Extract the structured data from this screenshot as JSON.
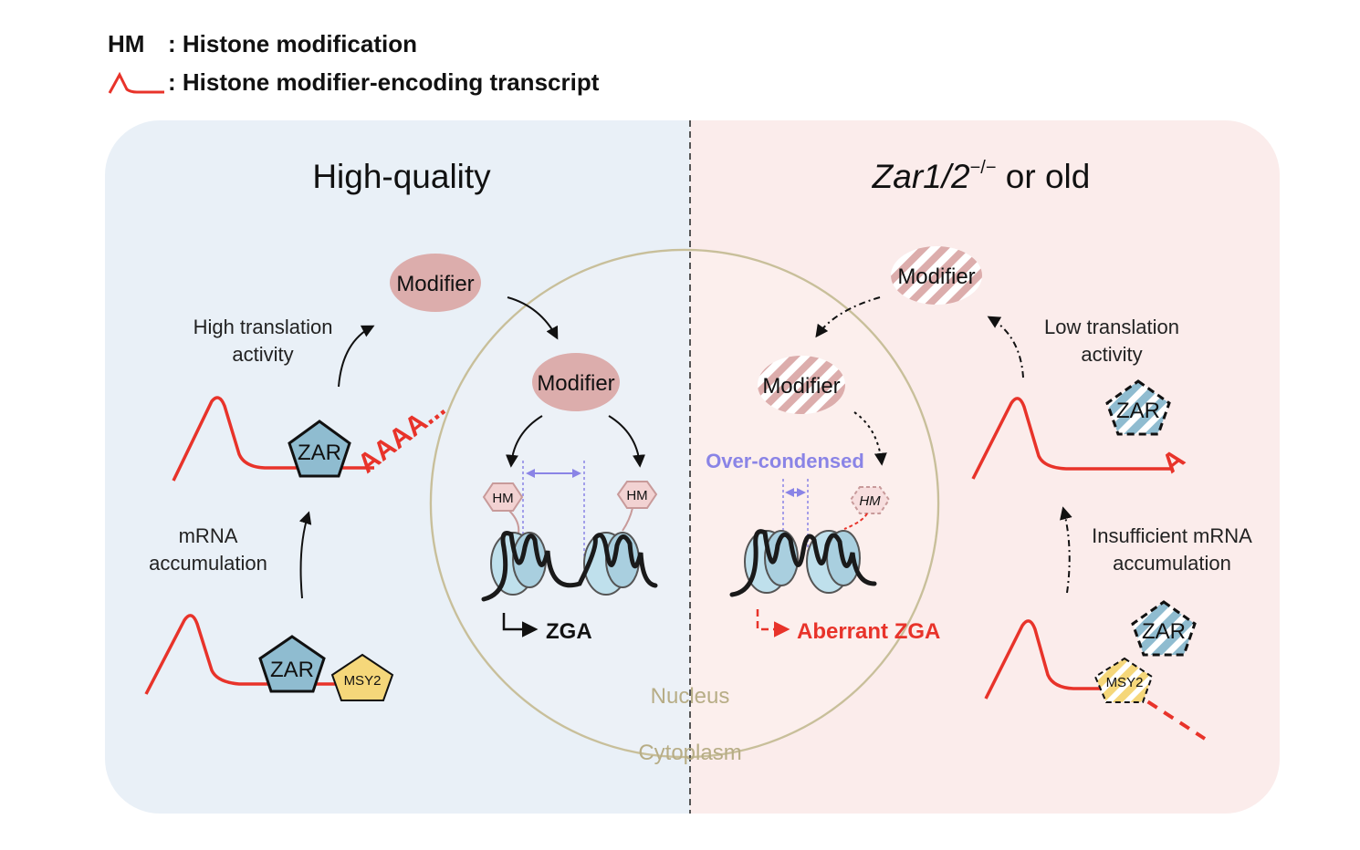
{
  "legend": {
    "hm_abbr": "HM",
    "hm_def": ": Histone modification",
    "transcript_def": ": Histone modifier-encoding transcript"
  },
  "panels": {
    "left_title": "High-quality",
    "right_title_italic": "Zar1/2",
    "right_title_sup": "−/−",
    "right_title_rest": " or old"
  },
  "left": {
    "modifier_outer": "Modifier",
    "modifier_inner": "Modifier",
    "high_translation_line1": "High translation",
    "high_translation_line2": "activity",
    "polyA": "AAAA...",
    "zar_top": "ZAR",
    "zar_bottom": "ZAR",
    "msy2": "MSY2",
    "mrna_line1": "mRNA",
    "mrna_line2": "accumulation",
    "hm_left": "HM",
    "hm_right": "HM",
    "zga": "ZGA"
  },
  "right": {
    "modifier_outer": "Modifier",
    "modifier_inner": "Modifier",
    "low_translation_line1": "Low translation",
    "low_translation_line2": "activity",
    "polyA": "A",
    "zar_top": "ZAR",
    "zar_bottom": "ZAR",
    "msy2": "MSY2",
    "insufficient_line1": "Insufficient mRNA",
    "insufficient_line2": "accumulation",
    "over_condensed": "Over-condensed",
    "hm": "HM",
    "aberrant_zga": "Aberrant ZGA"
  },
  "compartments": {
    "nucleus": "Nucleus",
    "cytoplasm": "Cytoplasm"
  },
  "colors": {
    "left_bg": "#e9f0f7",
    "right_bg": "#fbeceb",
    "transcript_red": "#e8332a",
    "zar_blue": "#8fbcd0",
    "msy2_yellow": "#f5d77a",
    "modifier_pink": "#dcadac",
    "nucleus_border": "#c8bf9a",
    "over_condensed_purple": "#8a84e6",
    "compartment_text": "#b7ad86"
  }
}
